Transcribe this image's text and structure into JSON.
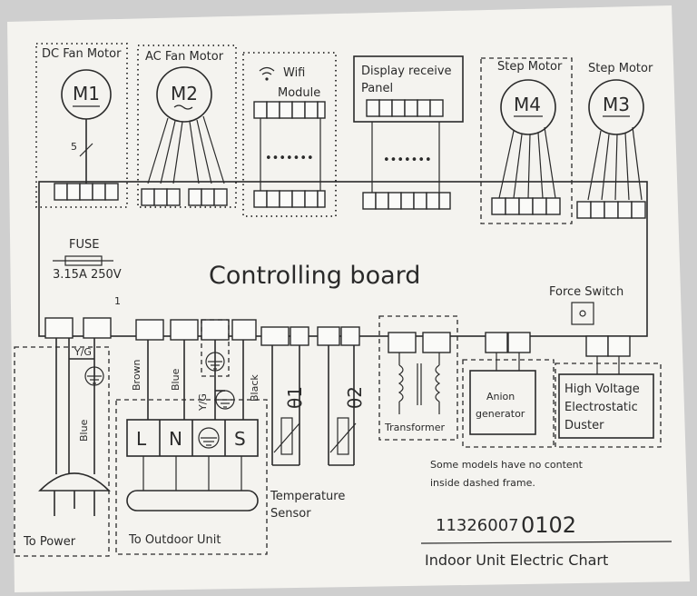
{
  "labels": {
    "dc_fan_motor": "DC Fan Motor",
    "ac_fan_motor": "AC Fan Motor",
    "wifi_line1": "Wifi",
    "wifi_line2": "Module",
    "display_line1": "Display receive",
    "display_line2": "Panel",
    "step_motor_a": "Step Motor",
    "step_motor_b": "Step Motor",
    "m1": "M1",
    "m2": "M2",
    "m3": "M3",
    "m4": "M4",
    "wire_count_5": "5",
    "fuse": "FUSE",
    "fuse_rating": "3.15A 250V",
    "controlling_board": "Controlling board",
    "force_switch": "Force Switch",
    "pin_1": "1",
    "yg_power": "Y/G",
    "blue_power": "Blue",
    "brown": "Brown",
    "blue": "Blue",
    "yg": "Y/G",
    "black": "Black",
    "theta1": "θ1",
    "theta2": "θ2",
    "transformer": "Transformer",
    "anion_line1": "Anion",
    "anion_line2": "generator",
    "hv_line1": "High Voltage",
    "hv_line2": "Electrostatic",
    "hv_line3": "Duster",
    "terminal_l": "L",
    "terminal_n": "N",
    "terminal_s": "S",
    "temp_line1": "Temperature",
    "temp_line2": "Sensor",
    "to_power": "To Power",
    "to_outdoor": "To Outdoor Unit",
    "note_line1": "Some models have no content",
    "note_line2": "inside dashed frame.",
    "part_number_a": "11326007",
    "part_number_b": "0102",
    "chart_title": "Indoor Unit Electric Chart",
    "ellipsis": "•••••••"
  },
  "colors": {
    "paper": "#f4f3ef",
    "ink": "#2a2a2a",
    "background": "#cfcfcf"
  }
}
